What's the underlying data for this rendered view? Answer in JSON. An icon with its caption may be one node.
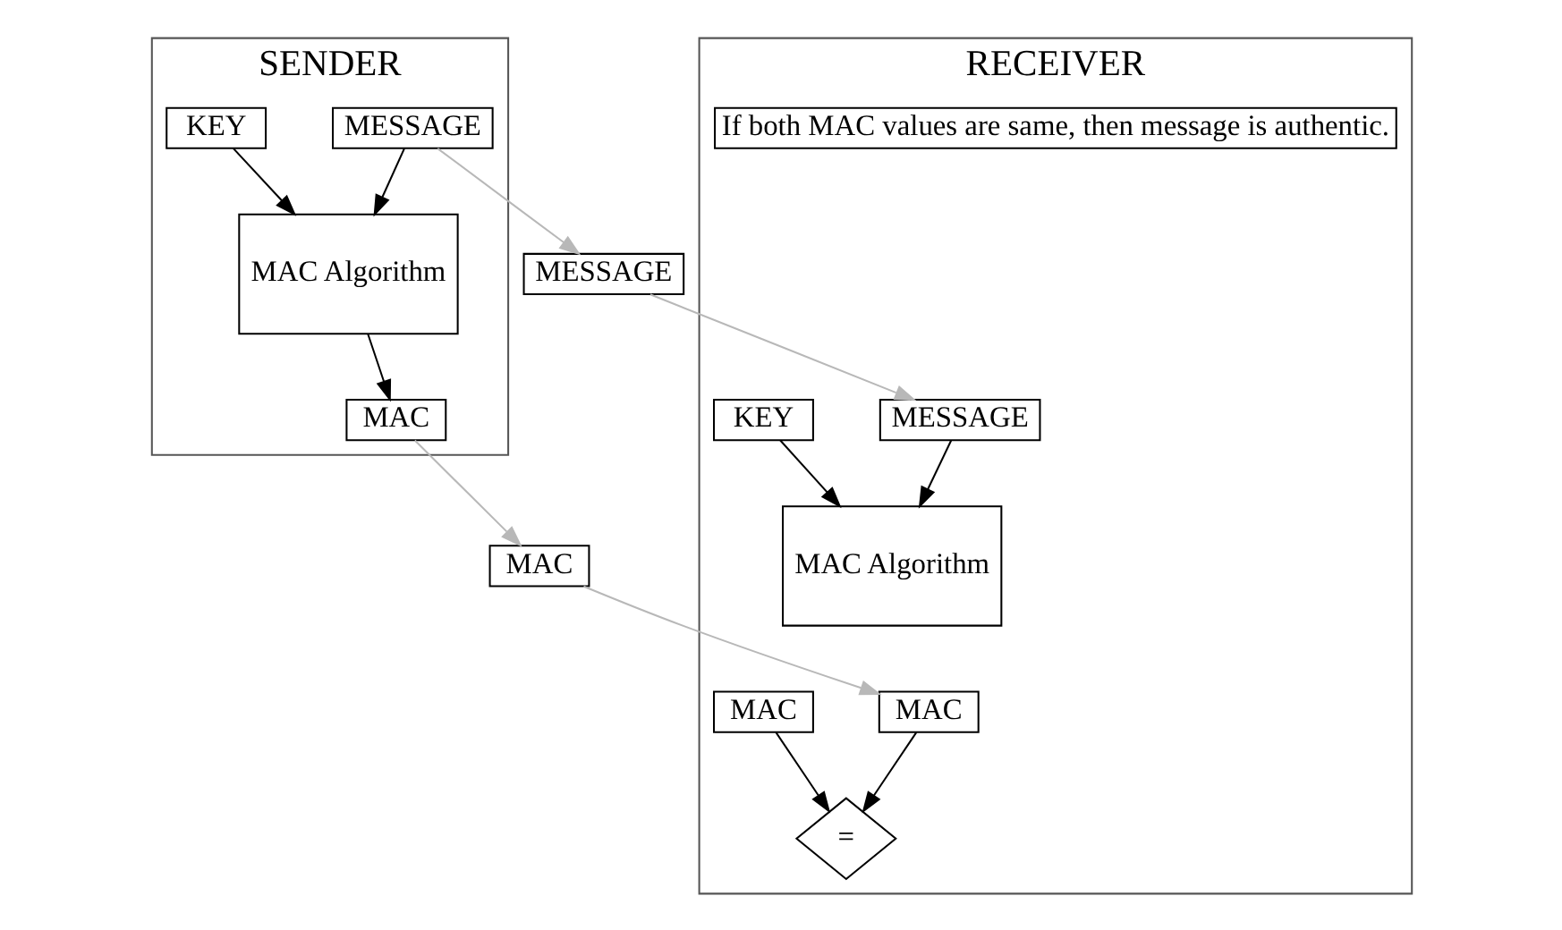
{
  "diagram": {
    "nodes": [
      {
        "text": [
          "SENDER"
        ]
      },
      {
        "text": [
          "MESSAGE"
        ],
        "in": 0
      },
      {
        "text": [
          "KEY"
        ],
        "in": 0
      },
      {
        "text": [
          "MAC Algorithm"
        ],
        "in": 0
      },
      {
        "text": [
          "MAC"
        ],
        "in": 0
      },
      {
        "text": [
          "MESSAGE"
        ]
      },
      {
        "text": [
          "MAC"
        ]
      },
      {
        "text": [
          "RECEIVER"
        ]
      },
      {
        "text": [
          "MESSAGE"
        ],
        "in": 7
      },
      {
        "text": [
          "KEY"
        ],
        "in": 7
      },
      {
        "text": [
          "MAC Algorithm"
        ],
        "in": 7
      },
      {
        "text": [
          "MAC"
        ],
        "in": 7
      },
      {
        "text": [
          "="
        ],
        "in": 7
      },
      {
        "text": [
          "MAC"
        ],
        "in": 7
      },
      {
        "text": [
          "If both MAC values are same, then message is authentic."
        ],
        "in": 7
      }
    ],
    "edges": [
      {
        "from": 1,
        "to": 3,
        "arrow": "to"
      },
      {
        "from": 2,
        "to": 3,
        "arrow": "to"
      },
      {
        "from": 3,
        "to": 4,
        "arrow": "to"
      },
      {
        "from": 1,
        "to": 5,
        "arrow": "to",
        "color": "#b8b8b8"
      },
      {
        "from": 4,
        "to": 6,
        "arrow": "to",
        "color": "#b8b8b8"
      },
      {
        "from": 5,
        "to": 8,
        "arrow": "to",
        "color": "#b8b8b8"
      },
      {
        "from": 6,
        "to": 11,
        "arrow": "to",
        "color": "#b8b8b8"
      },
      {
        "from": 8,
        "to": 10,
        "arrow": "to"
      },
      {
        "from": 9,
        "to": 10,
        "arrow": "to"
      },
      {
        "from": 11,
        "to": 12,
        "arrow": "to"
      },
      {
        "from": 13,
        "to": 12,
        "arrow": "to"
      }
    ]
  }
}
